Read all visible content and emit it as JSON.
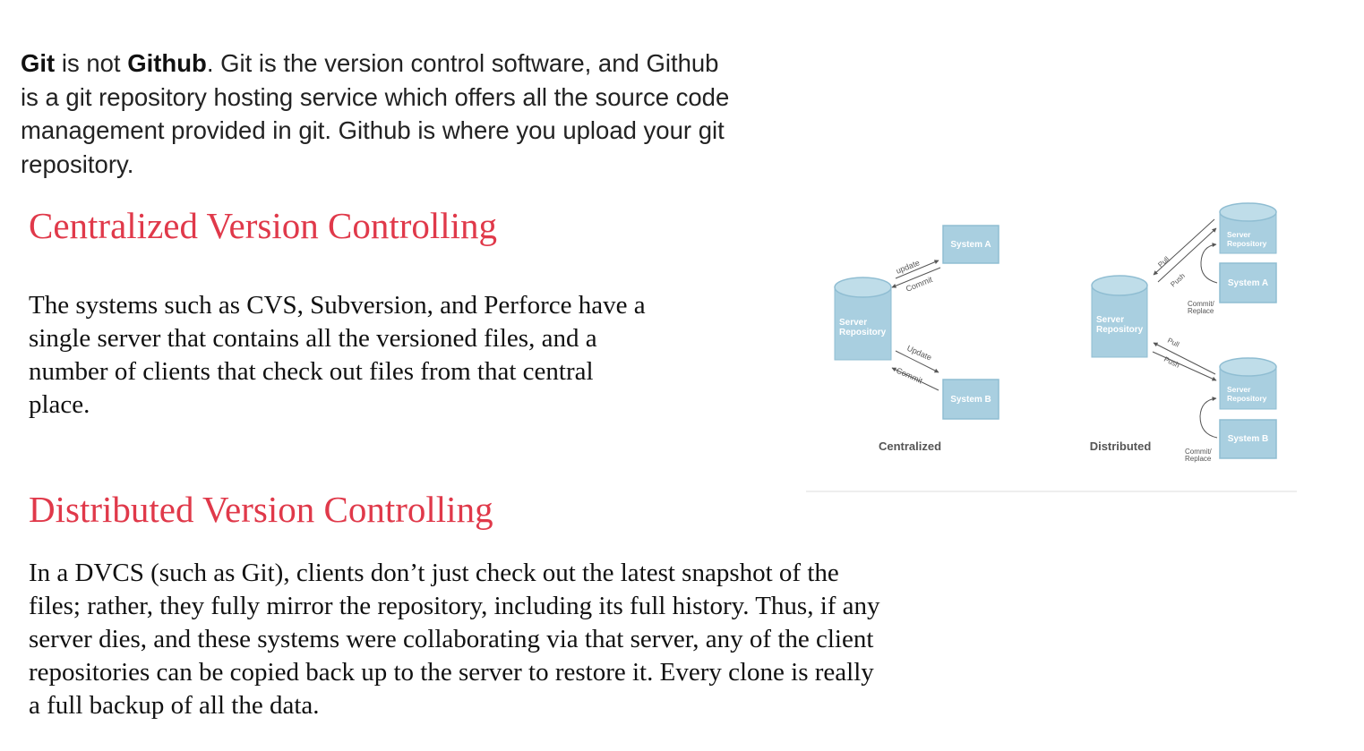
{
  "intro": {
    "part1": "Git",
    "part2": " is not ",
    "part3": "Github",
    "part4": ". Git is the version control software, and Github is a git repository hosting service which offers all the source code management provided in git. Github is where you upload your git repository."
  },
  "centralized": {
    "heading": "Centralized Version Controlling",
    "body": "The systems such as CVS, Subversion, and Perforce have a single server that contains all the versioned files, and a number of clients that check out files from that central place."
  },
  "distributed": {
    "heading": "Distributed Version Controlling",
    "body": "In a DVCS (such as Git), clients don’t just check out the latest snapshot of the files; rather, they fully mirror the repository, including its full history. Thus, if any server dies, and these systems were collaborating via that server, any of the client repositories can be copied back up to the server to restore it. Every clone is really a full backup of all the data."
  },
  "diagram": {
    "colors": {
      "box": "#a9cfe0",
      "box_stroke": "#8fbdd2",
      "box_text": "#ffffff",
      "label": "#555555",
      "arrow": "#555555"
    },
    "centralized": {
      "caption": "Centralized",
      "server_line1": "Server",
      "server_line2": "Repository",
      "system_a": "System A",
      "system_b": "System B",
      "arrow_top_update": "update",
      "arrow_top_commit": "Commit",
      "arrow_bottom_update": "Update",
      "arrow_bottom_commit": "Commit"
    },
    "distributed": {
      "caption": "Distributed",
      "server_line1": "Server",
      "server_line2": "Repository",
      "pull_top": "Pull",
      "push_top": "Push",
      "pull_bottom": "Pull",
      "push_bottom": "Push",
      "client_a_server_line1": "Server",
      "client_a_server_line2": "Repository",
      "client_b_server_line1": "Server",
      "client_b_server_line2": "Repository",
      "system_a": "System A",
      "system_b": "System B",
      "commit_a_line1": "Commit/",
      "commit_a_line2": "Replace",
      "commit_b_line1": "Commit/",
      "commit_b_line2": "Replace"
    }
  }
}
